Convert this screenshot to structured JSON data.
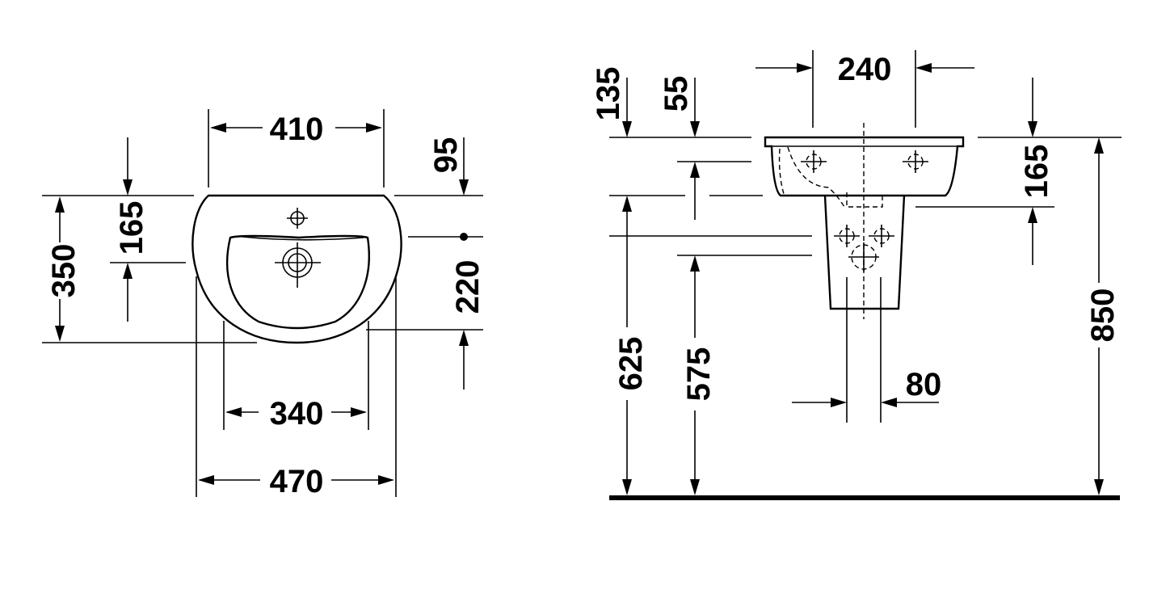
{
  "top_view": {
    "dims": {
      "width_top": "410",
      "depth_tap": "95",
      "overall_depth": "350",
      "bowl_depth": "165",
      "drain_offset": "220",
      "bowl_width": "340",
      "overall_width": "470"
    }
  },
  "side_view": {
    "dims": {
      "pedestal_width": "240",
      "rim_height": "135",
      "inner_offset": "55",
      "basin_height": "165",
      "overall_height": "850",
      "height_625": "625",
      "height_575": "575",
      "pedestal_gap": "80"
    }
  },
  "colors": {
    "line": "#000000",
    "background": "#ffffff"
  }
}
